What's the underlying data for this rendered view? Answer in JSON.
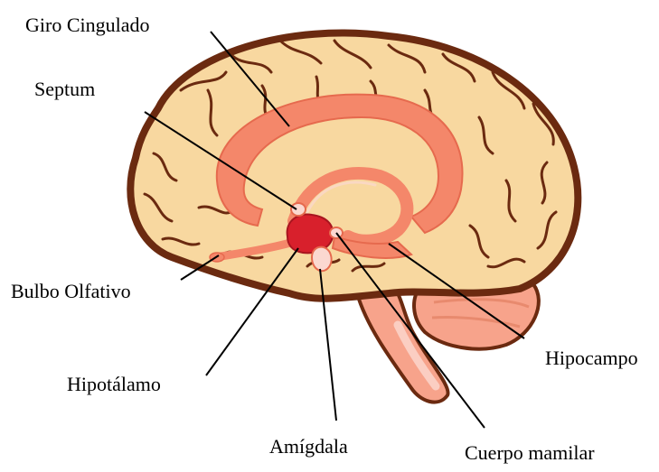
{
  "diagram": {
    "labels": {
      "giro_cingulado": "Giro Cingulado",
      "septum": "Septum",
      "bulbo_olfativo": "Bulbo Olfativo",
      "hipotalamo": "Hipotálamo",
      "amigdala": "Amígdala",
      "cuerpo_mamilar": "Cuerpo mamilar",
      "hipocampo": "Hipocampo"
    },
    "colors": {
      "outline": "#6b2a10",
      "cortex": "#f8d8a0",
      "limbic": "#f4876a",
      "limbic_dark": "#e66a4e",
      "hypothalamus": "#d8202c",
      "brainstem": "#f7a38b",
      "highlight": "#fbd8d0",
      "leader_line": "#000000"
    }
  }
}
